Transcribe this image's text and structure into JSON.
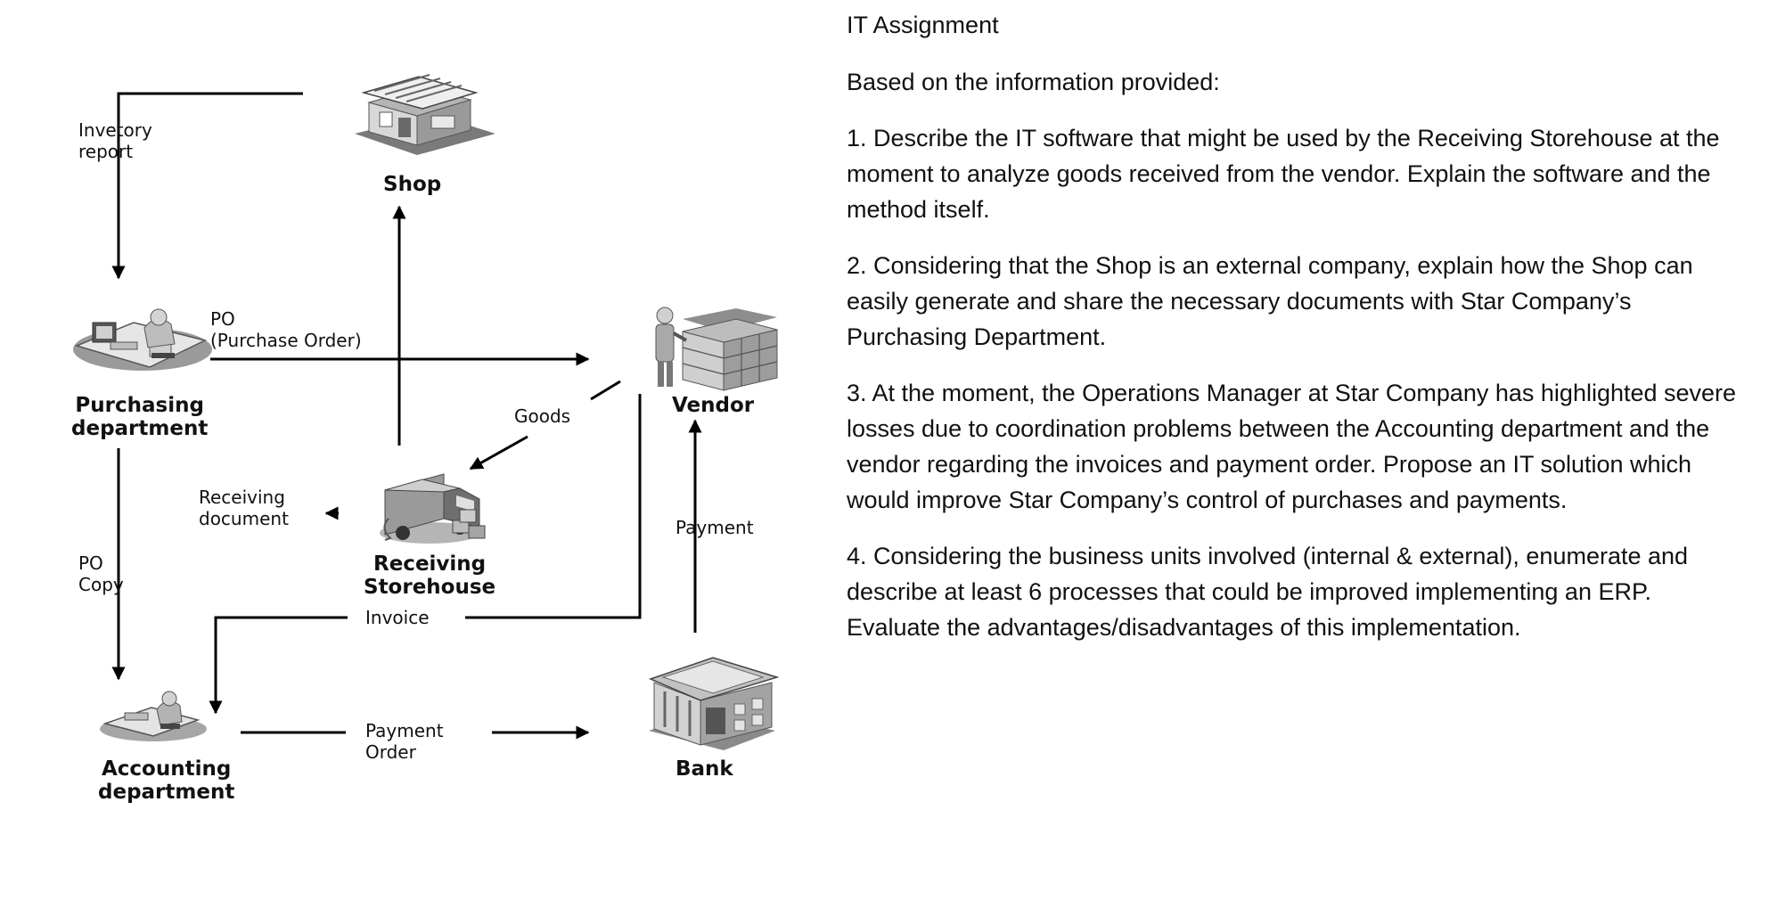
{
  "diagram": {
    "nodes": {
      "shop": "Shop",
      "purchasing": "Purchasing\ndepartment",
      "vendor": "Vendor",
      "receiving": "Receiving\nStorehouse",
      "accounting": "Accounting\ndepartment",
      "bank": "Bank"
    },
    "edges": {
      "inventory_report": "Invetory\nreport",
      "purchase_order": "PO\n(Purchase Order)",
      "goods": "Goods",
      "receiving_document": "Receiving\ndocument",
      "po_copy": "PO\nCopy",
      "payment": "Payment",
      "invoice": "Invoice",
      "payment_order": "Payment\nOrder"
    },
    "icons": {
      "shop": "shop-building-icon",
      "purchasing": "office-worker-desk-icon",
      "vendor": "warehouse-worker-shelves-icon",
      "receiving": "delivery-truck-icon",
      "accounting": "accountant-desk-icon",
      "bank": "bank-building-icon"
    }
  },
  "document": {
    "title": "IT Assignment",
    "intro": "Based on the information provided:",
    "questions": [
      "1.  Describe the IT software that might be used by the Receiving Storehouse at the moment to analyze goods received from the vendor. Explain the software and the method itself.",
      "2. Considering that the Shop is an external company, explain how the Shop can easily generate and share the necessary documents with Star Company’s Purchasing Department.",
      "3. At the moment, the Operations Manager at Star Company has highlighted severe losses due to coordination problems between the Accounting department and the vendor regarding the invoices and payment order. Propose an IT solution which would improve Star Company’s control of purchases and payments.",
      "4. Considering the business units involved (internal & external), enumerate and describe at least 6 processes that could be improved implementing an ERP. Evaluate the advantages/disadvantages of this implementation."
    ]
  }
}
